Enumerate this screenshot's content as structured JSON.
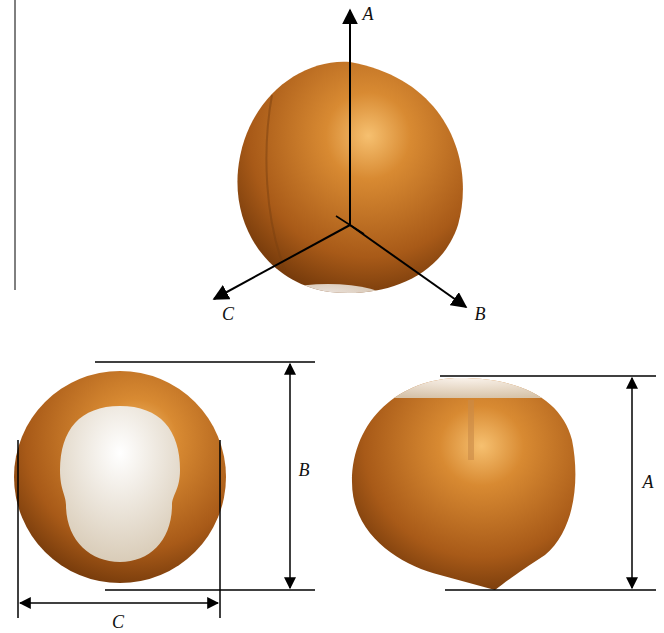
{
  "diagram": {
    "labels": [
      "A",
      "C",
      "B",
      "B",
      "C",
      "A"
    ]
  }
}
